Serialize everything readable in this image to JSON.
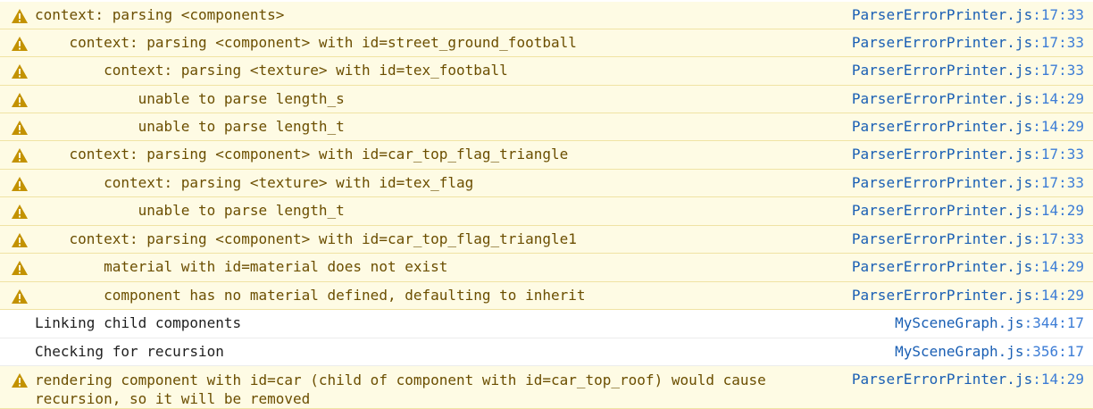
{
  "colors": {
    "warning_bg": "#fefbe4",
    "warning_text": "#6b4e00",
    "warning_icon": "#c39200",
    "link": "#1a5fb4"
  },
  "messages": [
    {
      "level": "warning",
      "icon": "warning-icon",
      "text": "context: parsing <components>",
      "file": "ParserErrorPrinter.js",
      "loc": ":17:33"
    },
    {
      "level": "warning",
      "icon": "warning-icon",
      "text": "    context: parsing <component> with id=street_ground_football",
      "file": "ParserErrorPrinter.js",
      "loc": ":17:33"
    },
    {
      "level": "warning",
      "icon": "warning-icon",
      "text": "        context: parsing <texture> with id=tex_football",
      "file": "ParserErrorPrinter.js",
      "loc": ":17:33"
    },
    {
      "level": "warning",
      "icon": "warning-icon",
      "text": "            unable to parse length_s",
      "file": "ParserErrorPrinter.js",
      "loc": ":14:29"
    },
    {
      "level": "warning",
      "icon": "warning-icon",
      "text": "            unable to parse length_t",
      "file": "ParserErrorPrinter.js",
      "loc": ":14:29"
    },
    {
      "level": "warning",
      "icon": "warning-icon",
      "text": "    context: parsing <component> with id=car_top_flag_triangle",
      "file": "ParserErrorPrinter.js",
      "loc": ":17:33"
    },
    {
      "level": "warning",
      "icon": "warning-icon",
      "text": "        context: parsing <texture> with id=tex_flag",
      "file": "ParserErrorPrinter.js",
      "loc": ":17:33"
    },
    {
      "level": "warning",
      "icon": "warning-icon",
      "text": "            unable to parse length_t",
      "file": "ParserErrorPrinter.js",
      "loc": ":14:29"
    },
    {
      "level": "warning",
      "icon": "warning-icon",
      "text": "    context: parsing <component> with id=car_top_flag_triangle1",
      "file": "ParserErrorPrinter.js",
      "loc": ":17:33"
    },
    {
      "level": "warning",
      "icon": "warning-icon",
      "text": "        material with id=material does not exist",
      "file": "ParserErrorPrinter.js",
      "loc": ":14:29"
    },
    {
      "level": "warning",
      "icon": "warning-icon",
      "text": "        component has no material defined, defaulting to inherit",
      "file": "ParserErrorPrinter.js",
      "loc": ":14:29"
    },
    {
      "level": "log",
      "icon": "",
      "text": "Linking child components",
      "file": "MySceneGraph.js",
      "loc": ":344:17"
    },
    {
      "level": "log",
      "icon": "",
      "text": "Checking for recursion",
      "file": "MySceneGraph.js",
      "loc": ":356:17"
    },
    {
      "level": "warning",
      "icon": "warning-icon",
      "text": "rendering component with id=car (child of component with id=car_top_roof) would cause recursion, so it will be removed",
      "file": "ParserErrorPrinter.js",
      "loc": ":14:29"
    }
  ]
}
